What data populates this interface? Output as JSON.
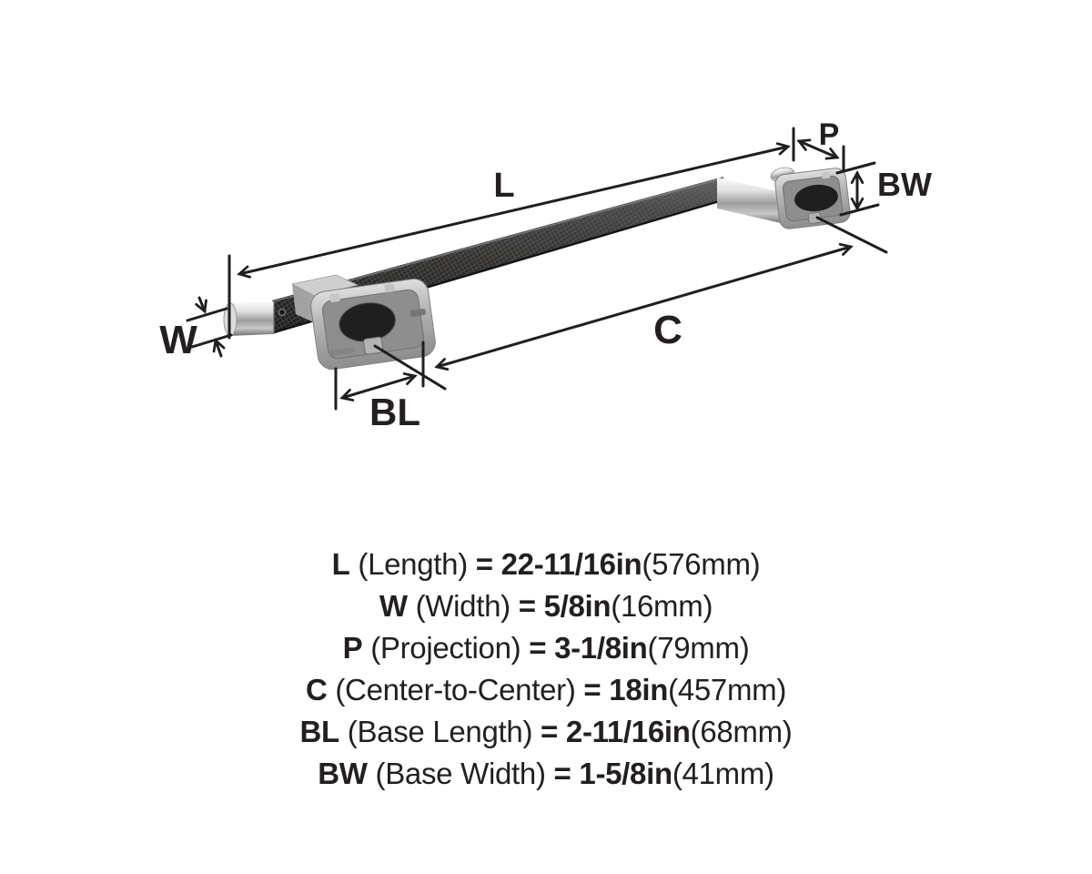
{
  "diagram": {
    "labels": {
      "L": "L",
      "W": "W",
      "P": "P",
      "C": "C",
      "BL": "BL",
      "BW": "BW"
    }
  },
  "specs": [
    {
      "symbol": "L",
      "name": "(Length)",
      "eq": "=",
      "value": "22-11/16in",
      "metric": "(576mm)"
    },
    {
      "symbol": "W",
      "name": "(Width)",
      "eq": "=",
      "value": "5/8in",
      "metric": "(16mm)"
    },
    {
      "symbol": "P",
      "name": "(Projection)",
      "eq": "=",
      "value": "3-1/8in",
      "metric": "(79mm)"
    },
    {
      "symbol": "C",
      "name": "(Center-to-Center)",
      "eq": "=",
      "value": "18in",
      "metric": "(457mm)"
    },
    {
      "symbol": "BL",
      "name": "(Base Length)",
      "eq": "=",
      "value": "2-11/16in",
      "metric": "(68mm)"
    },
    {
      "symbol": "BW",
      "name": "(Base Width)",
      "eq": "=",
      "value": "1-5/8in",
      "metric": "(41mm)"
    }
  ],
  "colors": {
    "line": "#1f1f1f",
    "text": "#231f20",
    "background": "#ffffff"
  }
}
